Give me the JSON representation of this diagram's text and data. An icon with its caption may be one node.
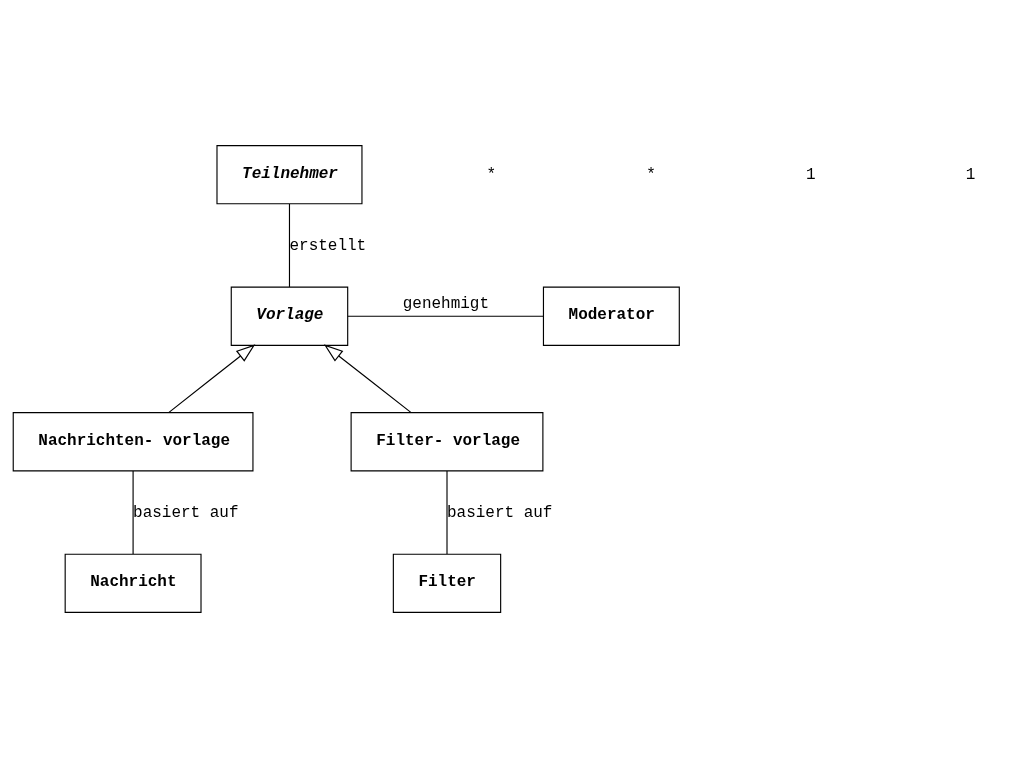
{
  "diagram": {
    "nodes": [
      {
        "text": [
          "Teilnehmer"
        ]
      },
      {
        "text": [
          "Vorlage"
        ]
      },
      {
        "text": [
          "Moderator"
        ]
      },
      {
        "text": [
          "Nachrichten- vorlage"
        ]
      },
      {
        "text": [
          "Filter- vorlage"
        ]
      },
      {
        "text": [
          "Nachricht"
        ]
      },
      {
        "text": [
          "Filter"
        ]
      }
    ],
    "edges": [
      {
        "from": 0,
        "to": 1,
        "arrow": "none",
        "label": "erstellt"
      },
      {
        "from": 1,
        "to": 2,
        "arrow": "none",
        "label": "genehmigt"
      },
      {
        "from": 3,
        "to": 1,
        "arrow": "to"
      },
      {
        "from": 4,
        "to": 1,
        "arrow": "to"
      },
      {
        "from": 3,
        "to": 5,
        "arrow": "none",
        "label": "basiert auf"
      },
      {
        "from": 4,
        "to": 6,
        "arrow": "none",
        "label": "basiert auf"
      }
    ],
    "labels": [
      "*",
      "*",
      "1",
      "1"
    ]
  }
}
